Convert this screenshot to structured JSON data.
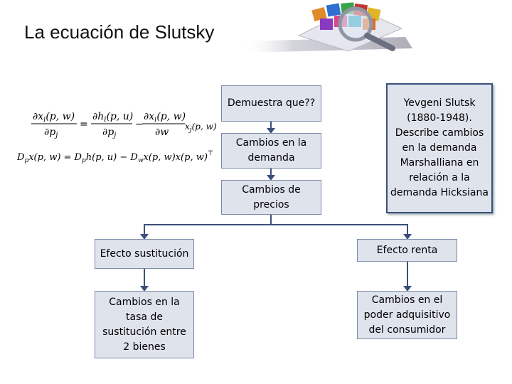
{
  "slide": {
    "title": "La ecuación de Slutsky"
  },
  "boxes": {
    "demuestra": "Demuestra que??",
    "cambios_demanda": "Cambios en la demanda",
    "cambios_precios": "Cambios de precios",
    "bio": "Yevgeni Slutsk (1880-1948). Describe cambios en la demanda Marshalliana en relación a la demanda Hicksiana",
    "efecto_sustitucion": "Efecto sustitución",
    "efecto_renta": "Efecto renta",
    "cambios_tasa": "Cambios en la tasa de sustitución entre 2 bienes",
    "cambios_poder": "Cambios en el poder adquisitivo del consumidor"
  },
  "formulas": {
    "f1_lhs_num": "∂x",
    "f1_lhs_sub": "i",
    "f1_lhs_arg": "(p, w)",
    "f1_lhs_den": "∂p",
    "f1_lhs_den_sub": "j",
    "f1_mid_num": "∂h",
    "f1_mid_sub": "i",
    "f1_mid_arg": "(p, u)",
    "f1_mid_den": "∂p",
    "f1_mid_den_sub": "j",
    "f1_rhs_num": "∂x",
    "f1_rhs_sub": "i",
    "f1_rhs_arg": "(p, w)",
    "f1_rhs_den": "∂w",
    "f1_tail": "x",
    "f1_tail_sub": "j",
    "f1_tail_arg": "(p, w)",
    "f2_a": "D",
    "f2_a_sub": "p",
    "f2_b": "x(p, w) = D",
    "f2_c_sub": "p",
    "f2_d": "h(p, u) − D",
    "f2_e_sub": "w",
    "f2_f": "x(p, w)x(p, w)",
    "f2_sup": "⊤"
  },
  "colors": {
    "box_fill": "#dfe3ec",
    "box_border": "#7a8aa6",
    "connector": "#3b4f7a",
    "bio_border": "#3b4f7a"
  }
}
